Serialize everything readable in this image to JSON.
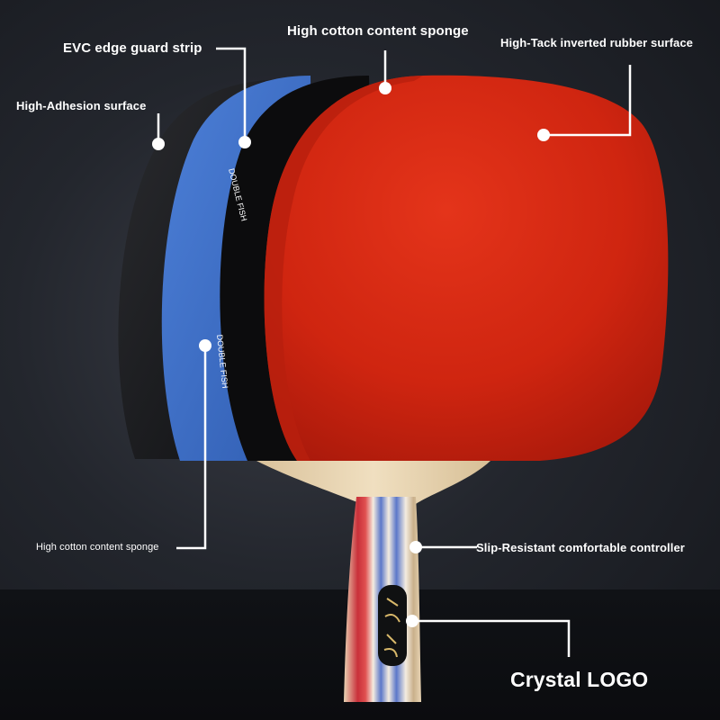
{
  "labels": {
    "high_cotton_sponge_top": "High cotton content sponge",
    "evc_edge_guard": "EVC edge guard strip",
    "high_tack_surface": "High-Tack inverted rubber surface",
    "high_adhesion_surface": "High-Adhesion surface",
    "high_cotton_sponge_lower": "High cotton content sponge",
    "slip_resistant_controller": "Slip-Resistant comfortable controller",
    "crystal_logo": "Crystal LOGO"
  },
  "edge_strip_text": [
    "DOUBLE FISH",
    "DOUBLE FISH"
  ],
  "colors": {
    "red_rubber": "#d42812",
    "blue_sponge": "#3e6fcc",
    "black_rubber": "#161719",
    "edge_strip": "#0c0c0d",
    "wood_blade": "#e6d2b0",
    "callout_line": "#ffffff"
  }
}
